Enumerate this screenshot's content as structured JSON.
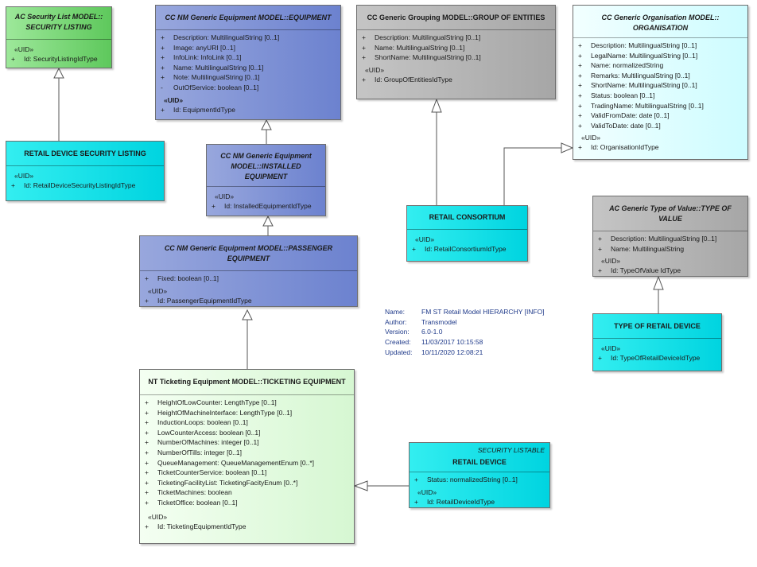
{
  "security_listing": {
    "title": [
      "AC Security List MODEL::",
      "SECURITY LISTING"
    ],
    "uid": "«UID»",
    "id": "Id: SecurityListingIdType"
  },
  "equipment": {
    "title": "CC NM Generic Equipment MODEL::EQUIPMENT",
    "attributes": [
      {
        "vis": "+",
        "text": "Description: MultilingualString [0..1]"
      },
      {
        "vis": "+",
        "text": "Image: anyURI [0..1]"
      },
      {
        "vis": "+",
        "text": "InfoLink: InfoLink [0..1]"
      },
      {
        "vis": "+",
        "text": "Name: MultilingualString [0..1]"
      },
      {
        "vis": "+",
        "text": "Note: MultilingualString [0..1]"
      },
      {
        "vis": "-",
        "text": "OutOfService: boolean [0..1]"
      }
    ],
    "uid": "«UID»",
    "id": "Id: EquipmentIdType"
  },
  "group_of_entities": {
    "title": "CC Generic Grouping MODEL::GROUP OF ENTITIES",
    "attributes": [
      {
        "vis": "+",
        "text": "Description: MultilingualString [0..1]"
      },
      {
        "vis": "+",
        "text": "Name: MultilingualString [0..1]"
      },
      {
        "vis": "+",
        "text": "ShortName: MultilingualString [0..1]"
      }
    ],
    "uid": "«UID»",
    "id": "Id: GroupOfEntitiesIdType"
  },
  "organisation": {
    "title": [
      "CC Generic Organisation MODEL::",
      "ORGANISATION"
    ],
    "attributes": [
      {
        "vis": "+",
        "text": "Description: MultilingualString [0..1]"
      },
      {
        "vis": "+",
        "text": "LegalName: MultilingualString [0..1]"
      },
      {
        "vis": "+",
        "text": "Name: normalizedString"
      },
      {
        "vis": "+",
        "text": "Remarks: MultilingualString [0..1]"
      },
      {
        "vis": "+",
        "text": "ShortName: MultilingualString [0..1]"
      },
      {
        "vis": "+",
        "text": "Status: boolean [0..1]"
      },
      {
        "vis": "+",
        "text": "TradingName: MultilingualString [0..1]"
      },
      {
        "vis": "+",
        "text": "ValidFromDate: date [0..1]"
      },
      {
        "vis": "+",
        "text": "ValidToDate: date [0..1]"
      }
    ],
    "uid": "«UID»",
    "id": "Id: OrganisationIdType"
  },
  "retail_device_security_listing": {
    "title": "RETAIL DEVICE SECURITY LISTING",
    "uid": "«UID»",
    "id": "Id: RetailDeviceSecurityListingIdType"
  },
  "installed_equipment": {
    "title": [
      "CC NM Generic Equipment",
      "MODEL::INSTALLED EQUIPMENT"
    ],
    "uid": "«UID»",
    "id": "Id: InstalledEquipmentIdType"
  },
  "retail_consortium": {
    "title": "RETAIL CONSORTIUM",
    "uid": "«UID»",
    "id": "Id: RetailConsortiumIdType"
  },
  "type_of_value": {
    "title": "AC Generic Type of Value::TYPE OF VALUE",
    "attributes": [
      {
        "vis": "+",
        "text": "Description: MultilingualString [0..1]"
      },
      {
        "vis": "+",
        "text": "Name: MultilingualString"
      }
    ],
    "uid": "«UID»",
    "id": "Id: TypeOfValue IdType"
  },
  "passenger_equipment": {
    "title": "CC NM Generic Equipment MODEL::PASSENGER EQUIPMENT",
    "attributes": [
      {
        "vis": "+",
        "text": "Fixed: boolean [0..1]"
      }
    ],
    "uid": "«UID»",
    "id": "Id: PassengerEquipmentIdType"
  },
  "type_of_retail_device": {
    "title": "TYPE OF RETAIL DEVICE",
    "uid": "«UID»",
    "id": "Id: TypeOfRetailDeviceIdType"
  },
  "info": {
    "name_label": "Name:",
    "name": "FM ST Retail Model HIERARCHY [INFO]",
    "author_label": "Author:",
    "author": "Transmodel",
    "version_label": "Version:",
    "version": "6.0-1.0",
    "created_label": "Created:",
    "created": "11/03/2017 10:15:58",
    "updated_label": "Updated:",
    "updated": "10/11/2020 12:08:21"
  },
  "ticketing_equipment": {
    "title": "NT Ticketing Equipment MODEL::TICKETING EQUIPMENT",
    "attributes": [
      {
        "vis": "+",
        "text": "HeightOfLowCounter: LengthType [0..1]"
      },
      {
        "vis": "+",
        "text": "HeightOfMachineInterface: LengthType [0..1]"
      },
      {
        "vis": "+",
        "text": "InductionLoops: boolean [0..1]"
      },
      {
        "vis": "+",
        "text": "LowCounterAccess: boolean [0..1]"
      },
      {
        "vis": "+",
        "text": "NumberOfMachines: integer [0..1]"
      },
      {
        "vis": "+",
        "text": "NumberOfTills: integer [0..1]"
      },
      {
        "vis": "+",
        "text": "QueueManagement: QueueManagementEnum [0..*]"
      },
      {
        "vis": "+",
        "text": "TicketCounterService: boolean [0..1]"
      },
      {
        "vis": "+",
        "text": "TicketingFacilityList: TicketingFacityEnum [0..*]"
      },
      {
        "vis": "+",
        "text": "TicketMachines: boolean"
      },
      {
        "vis": "+",
        "text": "TicketOffice: boolean [0..1]"
      }
    ],
    "uid": "«UID»",
    "id": "Id: TicketingEquipmentIdType"
  },
  "retail_device": {
    "stereotype": "SECURITY LISTABLE",
    "title": "RETAIL DEVICE",
    "attributes": [
      {
        "vis": "+",
        "text": "Status: normalizedString [0..1]"
      }
    ],
    "uid": "«UID»",
    "id": "Id: RetailDeviceIdType"
  }
}
